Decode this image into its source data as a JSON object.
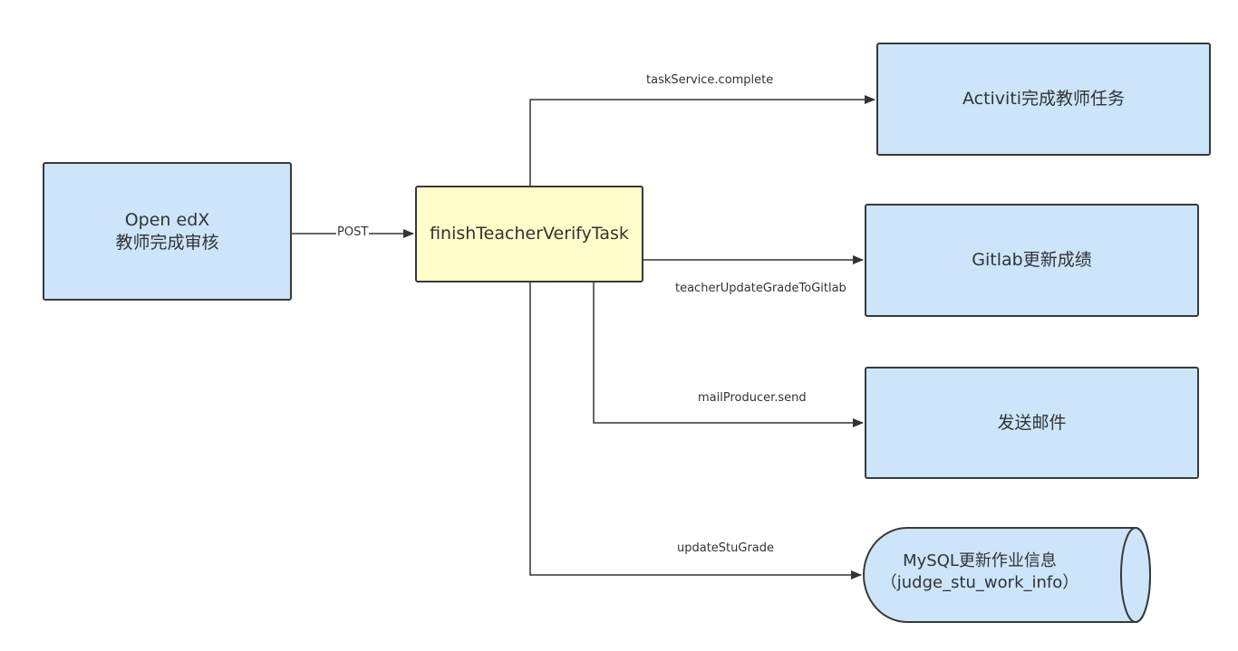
{
  "nodes": {
    "open_edx": {
      "line1": "Open edX",
      "line2": "教师完成审核"
    },
    "finish_task": {
      "label": "finishTeacherVerifyTask"
    },
    "activiti": {
      "label": "Activiti完成教师任务"
    },
    "gitlab": {
      "label": "Gitlab更新成绩"
    },
    "mail": {
      "label": "发送邮件"
    },
    "mysql": {
      "line1": "MySQL更新作业信息",
      "line2": "（judge_stu_work_info）"
    }
  },
  "edges": {
    "post": "POST",
    "task_complete": "taskService.complete",
    "update_gitlab": "teacherUpdateGradeToGitlab",
    "mail_send": "mailProducer.send",
    "update_grade": "updateStuGrade"
  },
  "colors": {
    "node_fill_blue": "#cce5fb",
    "node_fill_yellow": "#fffdc9",
    "stroke": "#3a3a3a"
  }
}
